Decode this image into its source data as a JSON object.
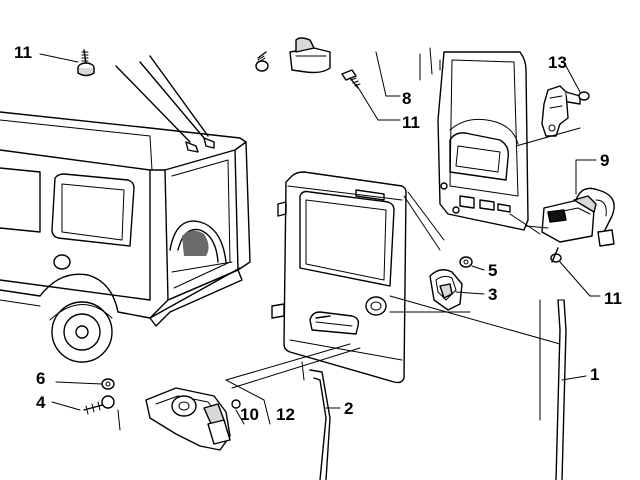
{
  "colors": {
    "ink": "#000000",
    "paper": "#ffffff",
    "shade": "#d9d9d9"
  },
  "callouts": [
    {
      "id": "c11a",
      "text": "11"
    },
    {
      "id": "c13",
      "text": "13"
    },
    {
      "id": "c8",
      "text": "8"
    },
    {
      "id": "c11b",
      "text": "11"
    },
    {
      "id": "c9",
      "text": "9"
    },
    {
      "id": "c5",
      "text": "5"
    },
    {
      "id": "c3",
      "text": "3"
    },
    {
      "id": "c11c",
      "text": "11"
    },
    {
      "id": "c1",
      "text": "1"
    },
    {
      "id": "c6",
      "text": "6"
    },
    {
      "id": "c4",
      "text": "4"
    },
    {
      "id": "c10",
      "text": "10"
    },
    {
      "id": "c12",
      "text": "12"
    },
    {
      "id": "c2",
      "text": "2"
    }
  ]
}
